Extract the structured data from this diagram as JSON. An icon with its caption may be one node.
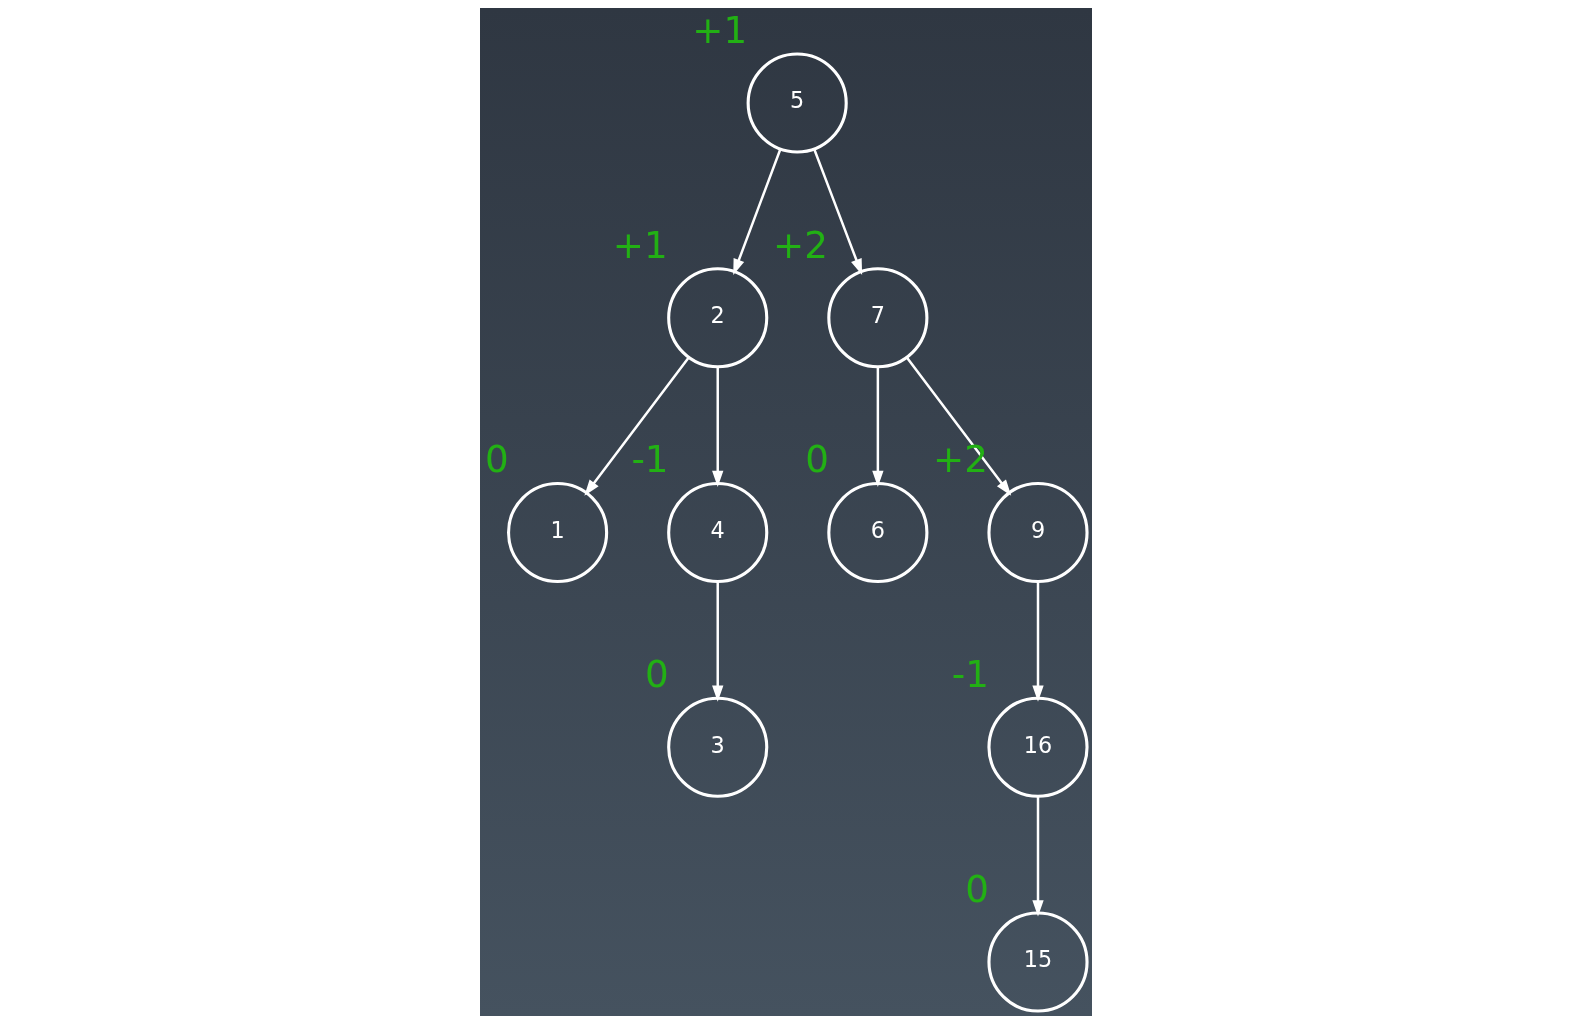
{
  "diagram": {
    "nodes": [
      {
        "text": [
          "5"
        ],
        "beside": [
          "+1"
        ]
      },
      {
        "text": [
          "2"
        ],
        "beside": [
          "+1"
        ]
      },
      {
        "text": [
          "7"
        ],
        "beside": [
          "+2"
        ]
      },
      {
        "text": [
          "1"
        ],
        "beside": [
          "0"
        ]
      },
      {
        "text": [
          "4"
        ],
        "beside": [
          "-1"
        ]
      },
      {
        "text": [
          "6"
        ],
        "beside": [
          "0"
        ]
      },
      {
        "text": [
          "9"
        ],
        "beside": [
          "+2"
        ]
      },
      {
        "text": [
          "3"
        ],
        "beside": [
          "0"
        ]
      },
      {
        "text": [
          "16"
        ],
        "beside": [
          "-1"
        ]
      },
      {
        "text": [
          "15"
        ],
        "beside": [
          "0"
        ]
      }
    ],
    "edges": [
      {
        "from": 0,
        "to": 1,
        "arrow": "to"
      },
      {
        "from": 0,
        "to": 2,
        "arrow": "to"
      },
      {
        "from": 1,
        "to": 3,
        "arrow": "to"
      },
      {
        "from": 1,
        "to": 4,
        "arrow": "to"
      },
      {
        "from": 2,
        "to": 5,
        "arrow": "to"
      },
      {
        "from": 2,
        "to": 6,
        "arrow": "to"
      },
      {
        "from": 4,
        "to": 7,
        "arrow": "to"
      },
      {
        "from": 6,
        "to": 8,
        "arrow": "to"
      },
      {
        "from": 8,
        "to": 9,
        "arrow": "to"
      }
    ]
  }
}
